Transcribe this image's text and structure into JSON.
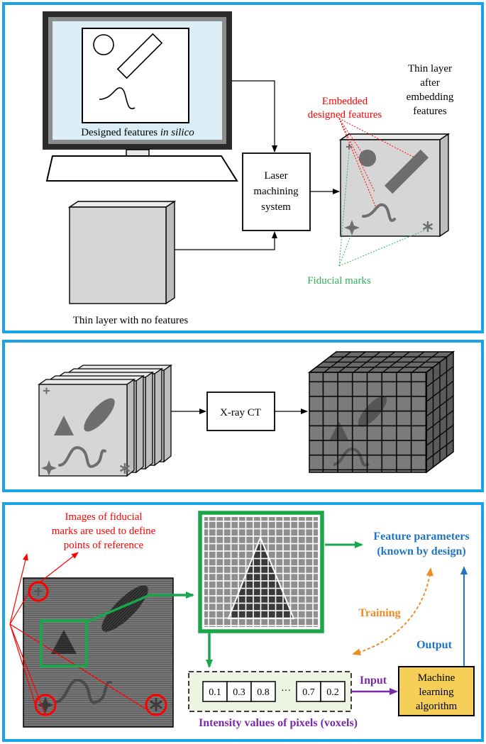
{
  "colors": {
    "panel_border": "#1aa3e8",
    "red": "#ff0000",
    "green": "#1aa64a",
    "fiducial_green": "#2fb457",
    "blue": "#1f74c4",
    "orange": "#f08a24",
    "purple": "#7a2aa8",
    "yellow": "#f6cf58",
    "screen": "#dbeef5",
    "gray_face": "#d6d6d6",
    "feature_gray": "#6e6e6e"
  },
  "panel1": {
    "monitor_caption_prefix": "Designed features ",
    "monitor_caption_italic": "in silico",
    "laser_box": [
      "Laser",
      "machining",
      "system"
    ],
    "embedded_label": [
      "Embedded",
      "designed features"
    ],
    "thin_after_label": [
      "Thin layer",
      "after",
      "embedding",
      "features"
    ],
    "fiducial_label": "Fiducial marks",
    "thin_no_features_label": "Thin layer with no features"
  },
  "panel2": {
    "ct_box": "X-ray CT"
  },
  "panel3": {
    "fiducial_note": [
      "Images of fiducial",
      "marks are used to define",
      "points of reference"
    ],
    "feature_params": [
      "Feature parameters",
      "(known by design)"
    ],
    "training_label": "Training",
    "output_label": "Output",
    "input_label": "Input",
    "ml_box": [
      "Machine",
      "learning",
      "algorithm"
    ],
    "intensity_values": [
      "0.1",
      "0.3",
      "0.8",
      "···",
      "0.7",
      "0.2"
    ],
    "intensity_caption": "Intensity values of pixels (voxels)"
  }
}
